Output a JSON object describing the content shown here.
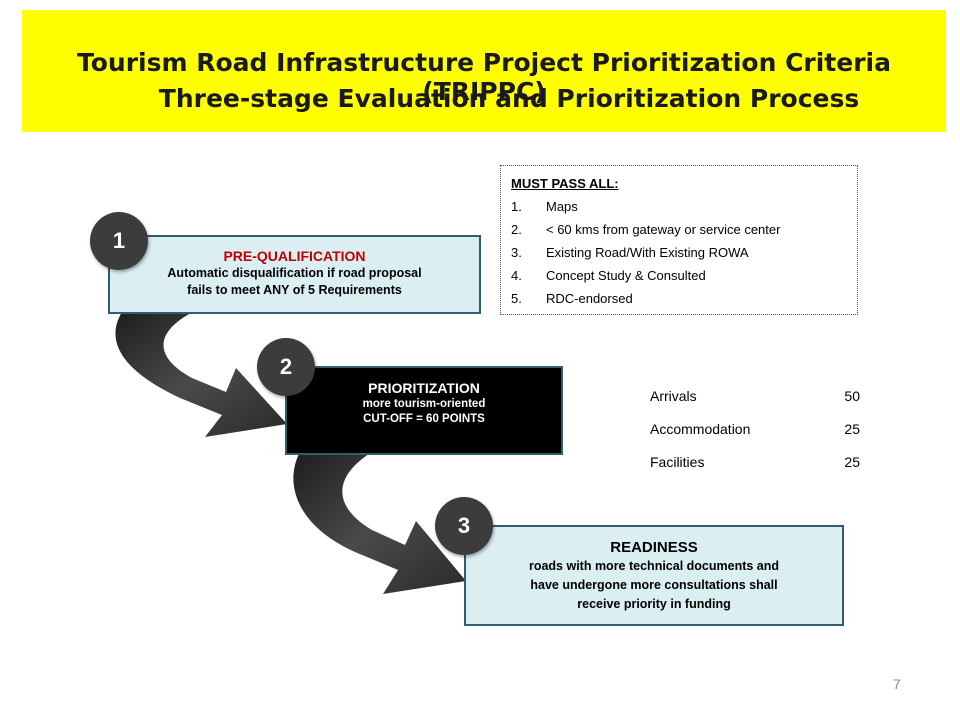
{
  "title": {
    "line1": "Tourism Road Infrastructure Project Prioritization Criteria (TRIPPC)",
    "line2": "Three-stage Evaluation and Prioritization Process"
  },
  "stages": [
    {
      "number": "1",
      "title": "PRE-QUALIFICATION",
      "desc_lines": [
        "Automatic disqualification if road proposal",
        "fails to meet ANY of 5 Requirements"
      ]
    },
    {
      "number": "2",
      "title": "PRIORITIZATION",
      "desc_lines": [
        "more tourism-oriented",
        "CUT-OFF = 60 POINTS"
      ]
    },
    {
      "number": "3",
      "title": "READINESS",
      "desc_lines": [
        "roads with more technical documents and",
        "have undergone more consultations shall",
        "receive priority in funding"
      ]
    }
  ],
  "requirements": {
    "title": "MUST PASS ALL:",
    "items": [
      {
        "n": "1.",
        "text": "Maps"
      },
      {
        "n": "2.",
        "text": "< 60 kms from gateway or service center"
      },
      {
        "n": "3.",
        "text": "Existing Road/With Existing ROWA"
      },
      {
        "n": "4.",
        "text": "Concept Study & Consulted"
      },
      {
        "n": "5.",
        "text": "RDC-endorsed"
      }
    ]
  },
  "points": [
    {
      "label": "Arrivals",
      "value": "50"
    },
    {
      "label": "Accommodation",
      "value": "25"
    },
    {
      "label": "Facilities",
      "value": "25"
    }
  ],
  "colors": {
    "banner": "#ffff00",
    "stage_light": "#dbeef2",
    "stage_dark": "#000000",
    "stage1_title": "#c00000",
    "arrow": "#3a3a3a"
  },
  "page_number": "7"
}
